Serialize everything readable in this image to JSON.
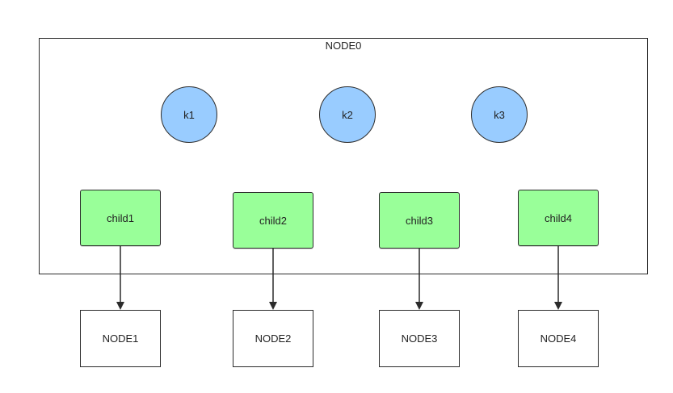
{
  "root": {
    "label": "NODE0"
  },
  "keys": [
    {
      "label": "k1"
    },
    {
      "label": "k2"
    },
    {
      "label": "k3"
    }
  ],
  "children": [
    {
      "label": "child1",
      "target": "NODE1"
    },
    {
      "label": "child2",
      "target": "NODE2"
    },
    {
      "label": "child3",
      "target": "NODE3"
    },
    {
      "label": "child4",
      "target": "NODE4"
    }
  ],
  "subnodes": [
    {
      "label": "NODE1"
    },
    {
      "label": "NODE2"
    },
    {
      "label": "NODE3"
    },
    {
      "label": "NODE4"
    }
  ],
  "colors": {
    "key_fill": "#99ccff",
    "child_fill": "#99ff99",
    "stroke": "#2b2b2b"
  }
}
